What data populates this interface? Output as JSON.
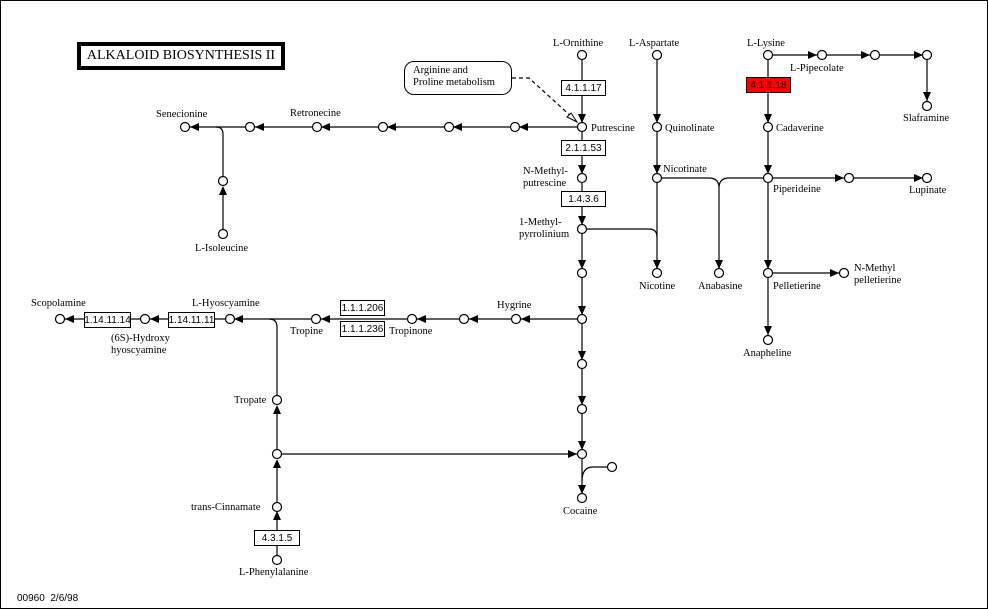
{
  "title": "ALKALOID BIOSYNTHESIS II",
  "footer": {
    "map_id": "00960",
    "date": "2/6/98"
  },
  "map_link": {
    "line1": "Arginine and",
    "line2": "Proline metabolism"
  },
  "colors": {
    "highlight": "#ff0000",
    "line": "#000000",
    "background": "#ffffff"
  },
  "compounds": {
    "ornithine": "L-Ornithine",
    "aspartate": "L-Aspartate",
    "lysine": "L-Lysine",
    "pipecolate": "L-Pipecolate",
    "slaframine": "Slaframine",
    "putrescine": "Putrescine",
    "quinolinate": "Quinolinate",
    "cadaverine": "Cadaverine",
    "senecionine": "Senecionine",
    "retronecine": "Retronecine",
    "isoleucine": "L-Isoleucine",
    "n_methyl_putrescine_1": "N-Methyl-",
    "n_methyl_putrescine_2": "putrescine",
    "nicotinate": "Nicotinate",
    "piperideine": "Piperideine",
    "lupinate": "Lupinate",
    "methylpyrrolinium_1": "1-Methyl-",
    "methylpyrrolinium_2": "pyrrolinium",
    "nicotine": "Nicotine",
    "anabasine": "Anabasine",
    "pelletierine": "Pelletierine",
    "n_methyl_pelletierine_1": "N-Methyl",
    "n_methyl_pelletierine_2": "pelletierine",
    "anapheline": "Anapheline",
    "scopolamine": "Scopolamine",
    "hyoscyamine": "L-Hyoscyamine",
    "hydroxy_hyoscyamine_1": "(6S)-Hydroxy",
    "hydroxy_hyoscyamine_2": "hyoscyamine",
    "tropine": "Tropine",
    "tropinone": "Tropinone",
    "hygrine": "Hygrine",
    "tropate": "Tropate",
    "cinnamate": "trans-Cinnamate",
    "phenylalanine": "L-Phenylalanine",
    "cocaine": "Cocaine"
  },
  "enzymes": {
    "e4_1_1_17": "4.1.1.17",
    "e2_1_1_53": "2.1.1.53",
    "e1_4_3_6": "1.4.3.6",
    "e4_1_1_18": "4.1.1.18",
    "e1_1_1_206": "1.1.1.206",
    "e1_1_1_236": "1.1.1.236",
    "e1_14_11_14": "1.14.11.14",
    "e1_14_11_11": "1.14.11.11",
    "e4_3_1_5": "4.3.1.5"
  }
}
